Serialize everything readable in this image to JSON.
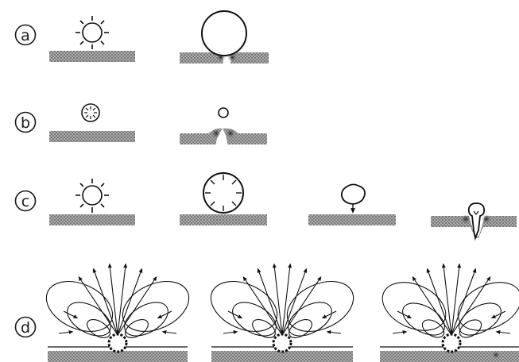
{
  "rows": [
    {
      "label": "a"
    },
    {
      "label": "b"
    },
    {
      "label": "c"
    },
    {
      "label": "d"
    }
  ],
  "colors": {
    "wall_fill": "#9a9a9a",
    "wall_pattern": "#5c5c5c",
    "ink": "#111111",
    "pit": "#3a3a3a"
  }
}
